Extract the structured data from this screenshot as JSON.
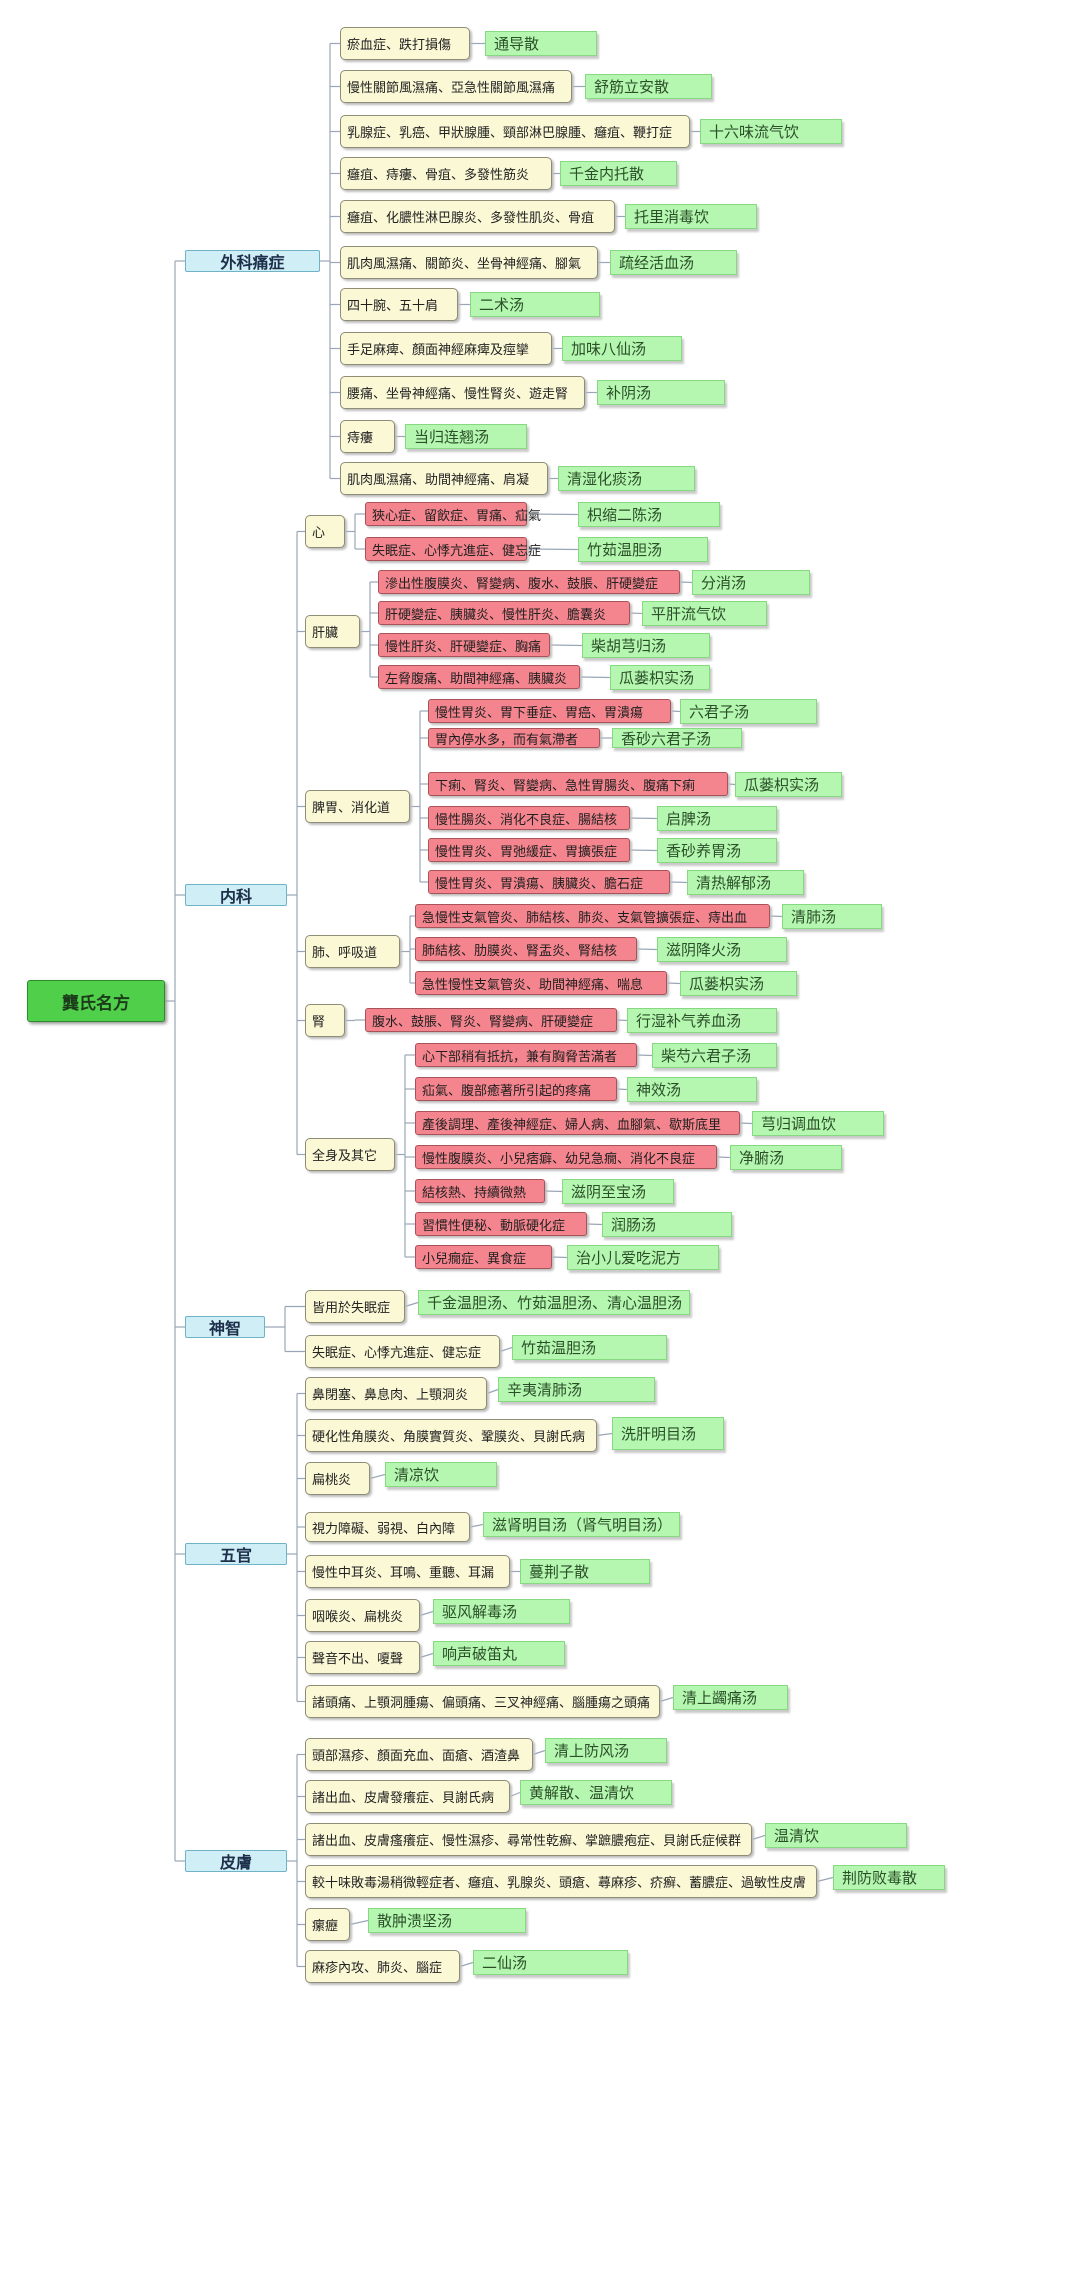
{
  "root": "龔氏名方",
  "categories": [
    {
      "label": "外科痛症",
      "groups": [
        {
          "label": "",
          "items": [
            {
              "text": "瘀血症、跌打損傷",
              "formula": "通导散"
            },
            {
              "text": "慢性關節風濕痛、亞急性關節風濕痛",
              "formula": "舒筋立安散"
            },
            {
              "text": "乳腺症、乳癌、甲狀腺腫、頸部淋巴腺腫、癰疽、鞭打症",
              "formula": "十六味流气饮"
            },
            {
              "text": "癰疽、痔瘻、骨疽、多發性筋炎",
              "formula": "千金内托散"
            },
            {
              "text": "癰疽、化膿性淋巴腺炎、多發性肌炎、骨疽",
              "formula": "托里消毒饮"
            },
            {
              "text": "肌肉風濕痛、關節炎、坐骨神經痛、腳氣",
              "formula": "疏经活血汤"
            },
            {
              "text": "四十腕、五十肩",
              "formula": "二术汤"
            },
            {
              "text": "手足麻痺、顏面神經麻痺及痙攣",
              "formula": "加味八仙汤"
            },
            {
              "text": "腰痛、坐骨神經痛、慢性腎炎、遊走腎",
              "formula": "补阴汤"
            },
            {
              "text": "痔瘻",
              "formula": "当归连翘汤"
            },
            {
              "text": "肌肉風濕痛、助間神經痛、肩凝",
              "formula": "清湿化痰汤"
            }
          ]
        }
      ]
    },
    {
      "label": "内科",
      "groups": [
        {
          "label": "心",
          "items": [
            {
              "text": "狹心症、留飲症、胃痛、疝氣",
              "formula": "枳缩二陈汤"
            },
            {
              "text": "失眠症、心悸亢進症、健忘症",
              "formula": "竹茹温胆汤"
            }
          ]
        },
        {
          "label": "肝臟",
          "items": [
            {
              "text": "滲出性腹膜炎、腎變病、腹水、鼓脹、肝硬變症",
              "formula": "分消汤"
            },
            {
              "text": "肝硬變症、胰臟炎、慢性肝炎、膽囊炎",
              "formula": "平肝流气饮"
            },
            {
              "text": "慢性肝炎、肝硬變症、胸痛",
              "formula": "柴胡芎归汤"
            },
            {
              "text": "左脅腹痛、助間神經痛、胰臟炎",
              "formula": "瓜蒌枳实汤"
            }
          ]
        },
        {
          "label": "脾胃、消化道",
          "items": [
            {
              "text": "慢性胃炎、胃下垂症、胃癌、胃潰瘍",
              "formula": "六君子汤"
            },
            {
              "text": "胃內停水多，而有氣滯者",
              "formula": "香砂六君子汤"
            },
            {
              "text": "下痢、腎炎、腎變病、急性胃腸炎、腹痛下痢",
              "formula": "瓜蒌枳实汤"
            },
            {
              "text": "慢性腸炎、消化不良症、腸結核",
              "formula": "启脾汤"
            },
            {
              "text": "慢性胃炎、胃弛緩症、胃擴張症",
              "formula": "香砂养胃汤"
            },
            {
              "text": "慢性胃炎、胃潰瘍、胰臟炎、膽石症",
              "formula": "清热解郁汤"
            }
          ]
        },
        {
          "label": "肺、呼吸道",
          "items": [
            {
              "text": "急慢性支氣管炎、肺結核、肺炎、支氣管擴張症、痔出血",
              "formula": "清肺汤"
            },
            {
              "text": "肺結核、肋膜炎、腎盂炎、腎結核",
              "formula": "滋阴降火汤"
            },
            {
              "text": "急性慢性支氣管炎、助間神經痛、喘息",
              "formula": "瓜蒌枳实汤"
            }
          ]
        },
        {
          "label": "腎",
          "items": [
            {
              "text": "腹水、鼓脹、腎炎、腎變病、肝硬變症",
              "formula": "行湿补气养血汤"
            }
          ]
        },
        {
          "label": "全身及其它",
          "items": [
            {
              "text": "心下部稍有抵抗，兼有胸脅苦滿者",
              "formula": "柴芍六君子汤"
            },
            {
              "text": "疝氣、腹部癒著所引起的疼痛",
              "formula": "神效汤"
            },
            {
              "text": "產後調理、產後神經症、婦人病、血腳氣、歇斯底里",
              "formula": "芎归调血饮"
            },
            {
              "text": "慢性腹膜炎、小兒痞癖、幼兒急癇、消化不良症",
              "formula": "净腑汤"
            },
            {
              "text": "結核熱、持續微熱",
              "formula": "滋阴至宝汤"
            },
            {
              "text": "習慣性便秘、動脈硬化症",
              "formula": "润肠汤"
            },
            {
              "text": "小兒癇症、異食症",
              "formula": "治小儿爱吃泥方"
            }
          ]
        }
      ]
    },
    {
      "label": "神智",
      "groups": [
        {
          "label": "",
          "items": [
            {
              "text": "皆用於失眠症",
              "formula": "千金温胆汤、竹茹温胆汤、清心温胆汤"
            },
            {
              "text": "失眠症、心悸亢進症、健忘症",
              "formula": "竹茹温胆汤"
            }
          ]
        }
      ]
    },
    {
      "label": "五官",
      "groups": [
        {
          "label": "",
          "items": [
            {
              "text": "鼻閉塞、鼻息肉、上顎洞炎",
              "formula": "辛夷清肺汤"
            },
            {
              "text": "硬化性角膜炎、角膜實質炎、鞏膜炎、貝謝氏病",
              "formula": "洗肝明目汤"
            },
            {
              "text": "扁桃炎",
              "formula": "清凉饮"
            },
            {
              "text": "視力障礙、弱視、白內障",
              "formula": "滋肾明目汤（肾气明目汤）"
            },
            {
              "text": "慢性中耳炎、耳鳴、重聽、耳漏",
              "formula": "蔓荆子散"
            },
            {
              "text": "咽喉炎、扁桃炎",
              "formula": "驱风解毒汤"
            },
            {
              "text": "聲音不出、嗄聲",
              "formula": "响声破笛丸"
            },
            {
              "text": "諸頭痛、上顎洞腫瘍、偏頭痛、三叉神經痛、腦腫瘍之頭痛",
              "formula": "清上蠲痛汤"
            }
          ]
        }
      ]
    },
    {
      "label": "皮膚",
      "groups": [
        {
          "label": "",
          "items": [
            {
              "text": "頭部濕疹、顏面充血、面瘡、酒渣鼻",
              "formula": "清上防风汤"
            },
            {
              "text": "諸出血、皮膚發癢症、貝謝氏病",
              "formula": "黄解散、温清饮"
            },
            {
              "text": "諸出血、皮膚瘙癢症、慢性濕疹、尋常性乾癬、掌蹠膿疱症、貝謝氏症候群",
              "formula": "温清饮"
            },
            {
              "text": "較十味敗毒湯稍微輕症者、癰疽、乳腺炎、頭瘡、蕁麻疹、疥癬、蓄膿症、過敏性皮膚",
              "formula": "荆防败毒散"
            },
            {
              "text": "瘰癧",
              "formula": "散肿溃坚汤"
            },
            {
              "text": "麻疹內攻、肺炎、腦症",
              "formula": "二仙汤"
            }
          ]
        }
      ]
    }
  ]
}
